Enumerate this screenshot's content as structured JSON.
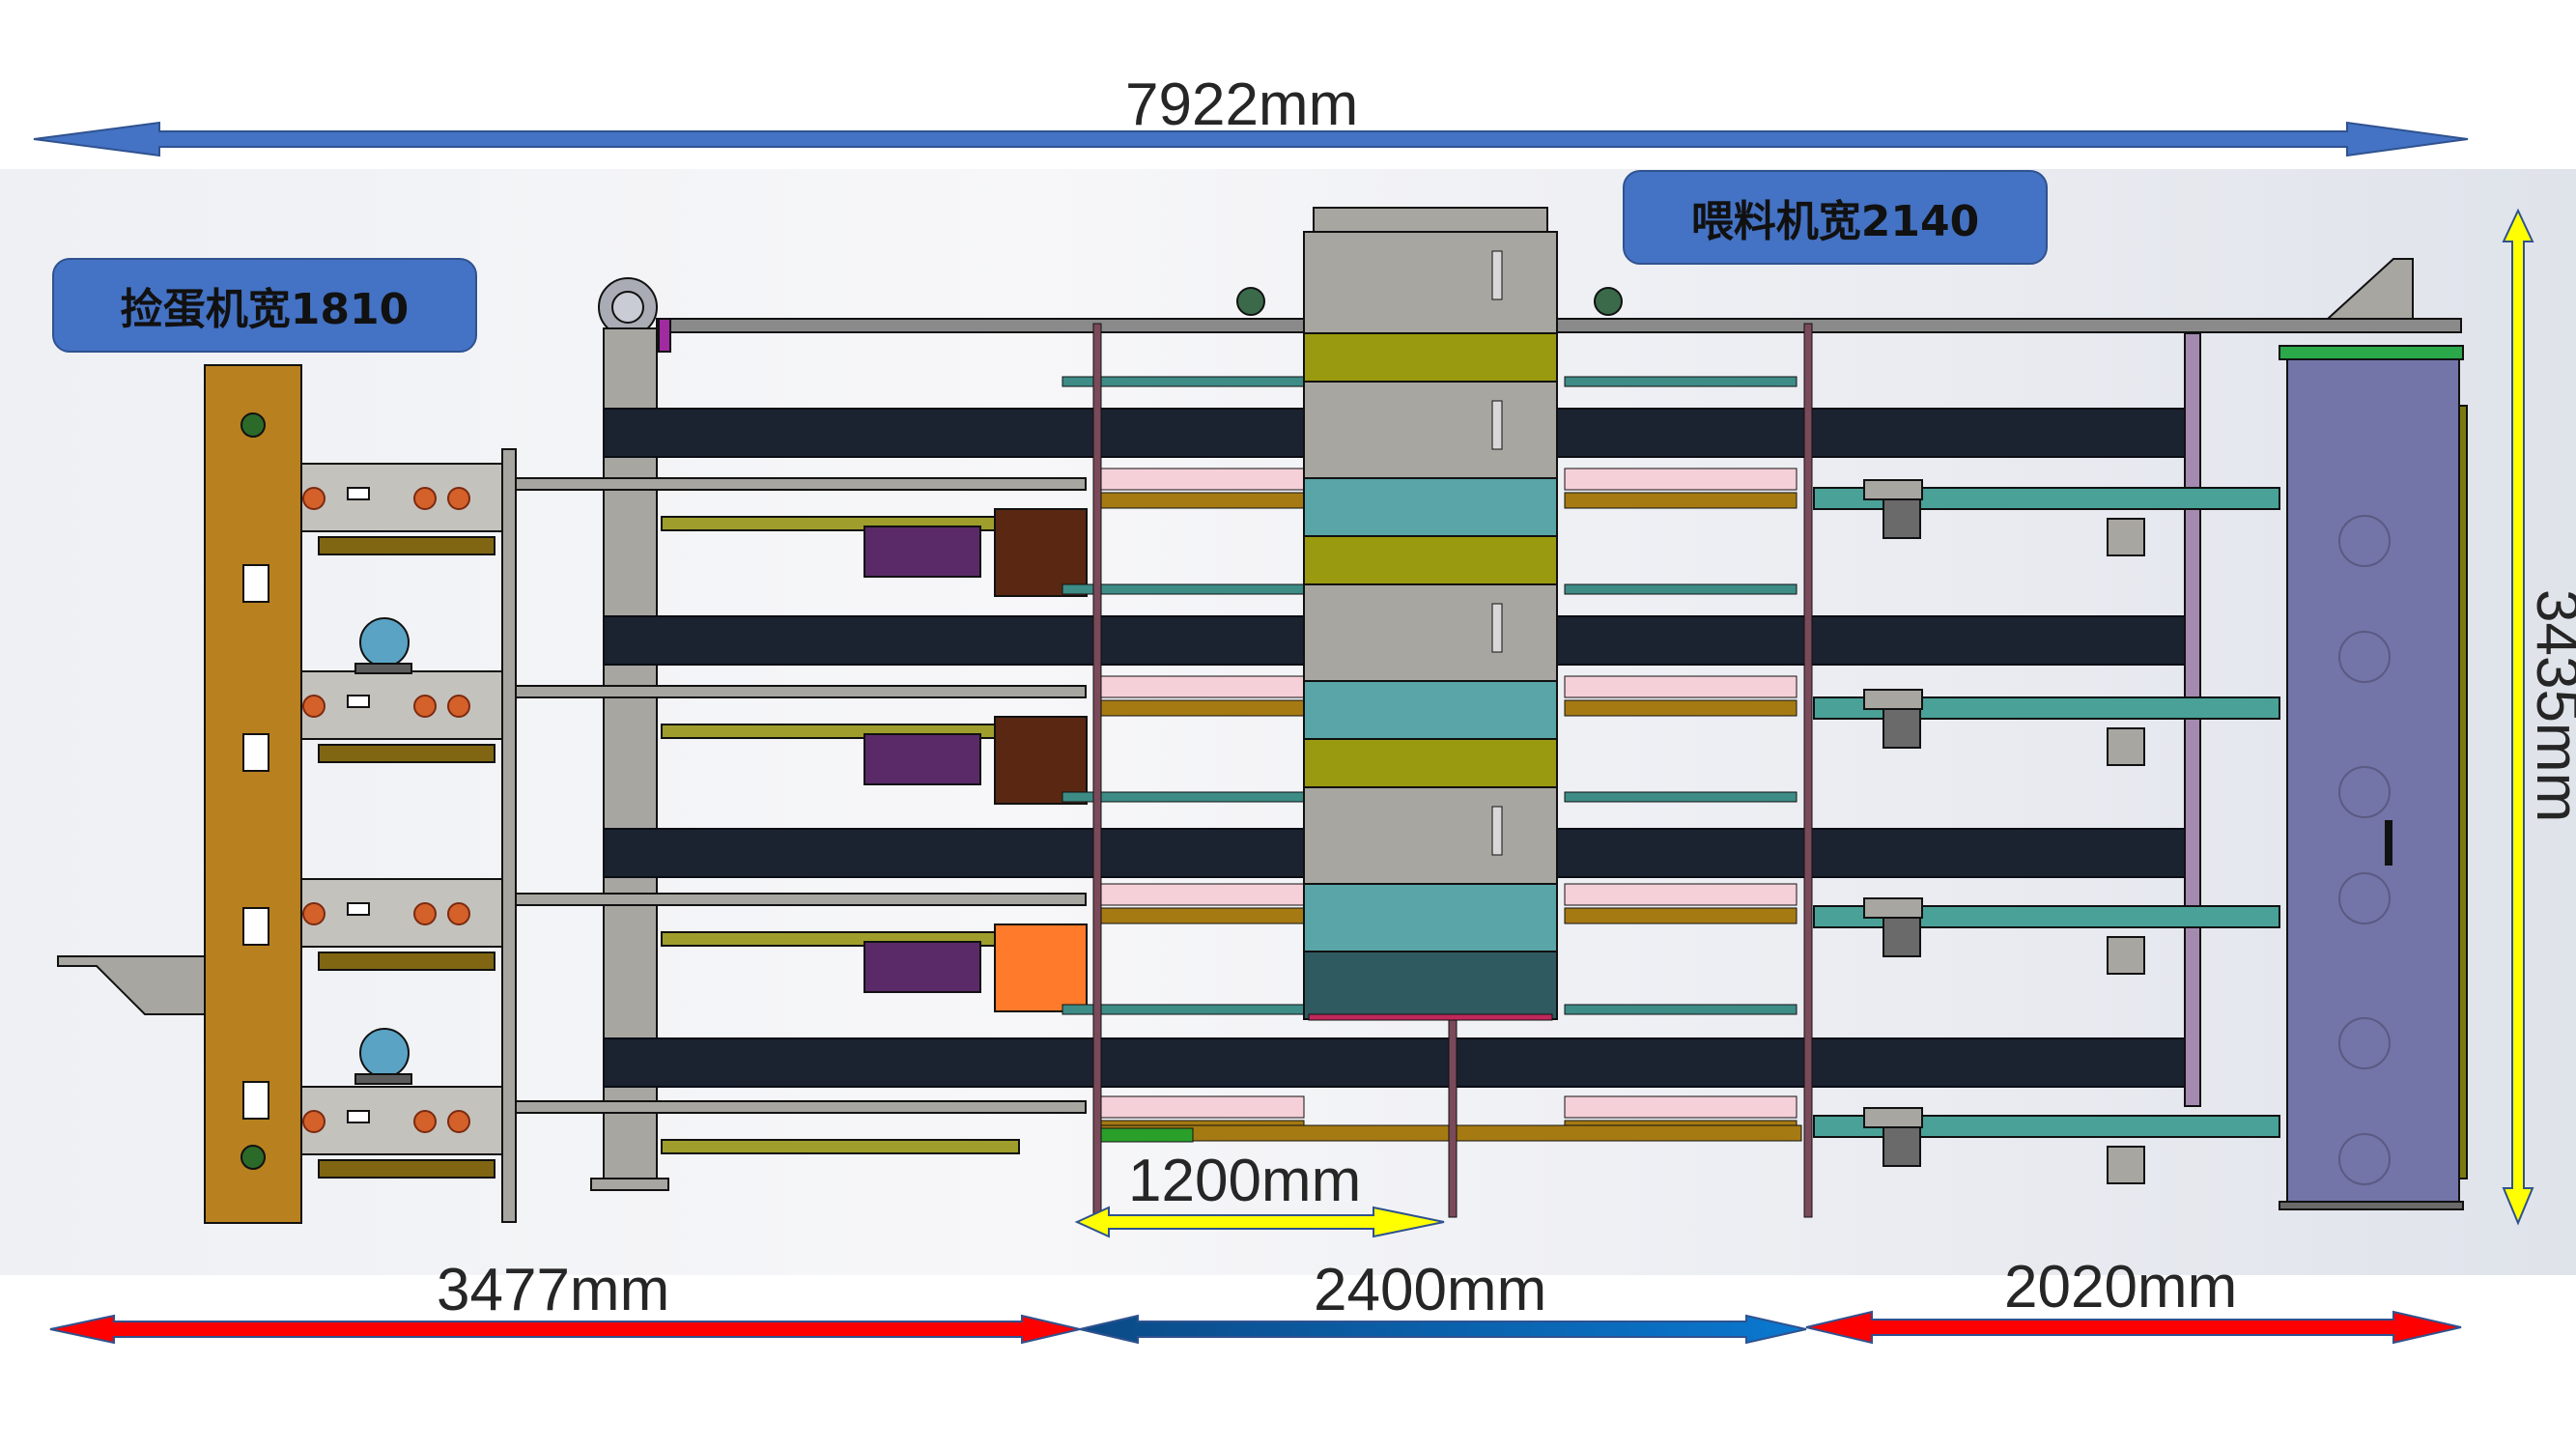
{
  "title": "Layered cage system elevation with dimensions",
  "dimensions": {
    "overall_length": "7922mm",
    "overall_height": "3435mm",
    "segment_left": "3477mm",
    "segment_middle": "2400mm",
    "segment_right": "2020mm",
    "cage_bay_spacing": "1200mm"
  },
  "labels": {
    "egg_collector_width": "捡蛋机宽1810",
    "feeder_width": "喂料机宽2140"
  },
  "colors": {
    "overall_arrow": "#4472c4",
    "label_box": "#4472c4",
    "height_arrow": "#ffff00",
    "bay_arrow": "#ffff00",
    "segment_red": "#ff0000",
    "segment_blue": "#0070c0",
    "egg_elevator": "#b8801f",
    "dark_beam": "#1b2230",
    "feeder_gray": "#a8a6a1",
    "feeder_olive": "#9a9a10",
    "feeder_teal": "#5aa5a8",
    "cabinet_purple": "#7374a8",
    "teal_arm": "#4aa198"
  },
  "machine": {
    "tiers": 4,
    "components": [
      "egg-collector-elevator",
      "egg-conveyor-tiers",
      "drive-motor",
      "cage-rows",
      "feeder-hopper",
      "manure-belt-arms",
      "control-cabinet"
    ]
  }
}
